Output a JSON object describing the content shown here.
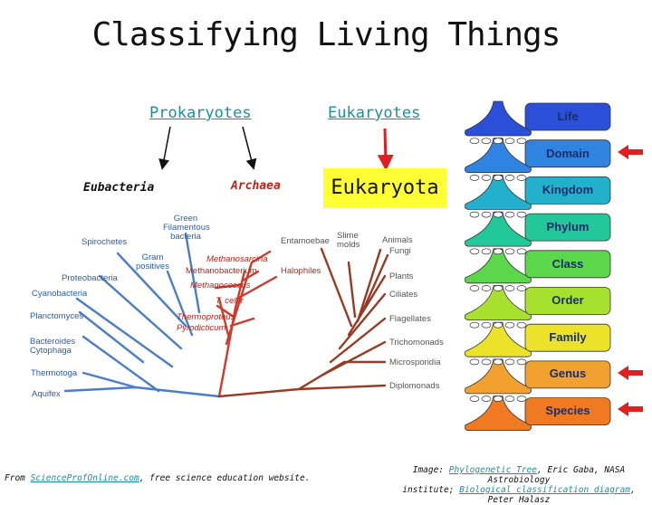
{
  "title": "Classifying Living Things",
  "headers": {
    "prokaryotes": "Prokaryotes",
    "eukaryotes": "Eukaryotes"
  },
  "subgroups": {
    "eubacteria": "Eubacteria",
    "archaea": "Archaea",
    "eukaryota": "Eukaryota"
  },
  "tree": {
    "bacteria": [
      "Green Filamentous bacteria",
      "Spirochetes",
      "Gram positives",
      "Proteobacteria",
      "Cyanobacteria",
      "Planctomyces",
      "Bacteroides Cytophaga",
      "Thermotoga",
      "Aquifex"
    ],
    "archaea": [
      "Methanosarcina",
      "Methanobacterium",
      "Halophiles",
      "Methanococcus",
      "T. celer",
      "Thermoproteus",
      "Pyrodicticum"
    ],
    "eukarya": [
      "Entamoebae",
      "Slime molds",
      "Animals",
      "Fungi",
      "Plants",
      "Ciliates",
      "Flagellates",
      "Trichomonads",
      "Microsporidia",
      "Diplomonads"
    ],
    "labels": {
      "green": "Green",
      "filamentous": "Filamentous",
      "bact": "bacteria",
      "spiro": "Spirochetes",
      "gram": "Gram",
      "pos": "positives",
      "proteo": "Proteobacteria",
      "cyano": "Cyanobacteria",
      "plancto": "Planctomyces",
      "bactero": "Bacteroides",
      "cyto": "Cytophaga",
      "thermo": "Thermotoga",
      "aquifex": "Aquifex",
      "msarc": "Methanosarcina",
      "mbact": "Methanobacterium",
      "halo": "Halophiles",
      "mcocc": "Methanococcus",
      "tceler": "T. celer",
      "tprot": "Thermoproteus",
      "pyro": "Pyrodicticum",
      "entam": "Entamoebae",
      "slime": "Slime",
      "molds": "molds",
      "animals": "Animals",
      "fungi": "Fungi",
      "plants": "Plants",
      "ciliates": "Ciliates",
      "flag": "Flagellates",
      "tricho": "Trichomonads",
      "micro": "Microsporidia",
      "diplo": "Diplomonads"
    }
  },
  "levels": [
    "Life",
    "Domain",
    "Kingdom",
    "Phylum",
    "Class",
    "Order",
    "Family",
    "Genus",
    "Species"
  ],
  "level_colors": [
    "#2b4fd8",
    "#2e84e0",
    "#22b0cc",
    "#22c79a",
    "#5cd64a",
    "#a8e030",
    "#ece22a",
    "#f2a030",
    "#f07a22"
  ],
  "arrow_color": "#e02020",
  "footer_left": {
    "prefix": "From ",
    "link": "ScienceProfOnline.com",
    "suffix": ", free science education website."
  },
  "footer_right": {
    "line1_prefix": "Image: ",
    "line1_link": "Phylogenetic Tree",
    "line1_suffix": ", Eric Gaba, NASA Astrobiology",
    "line2_prefix": "institute; ",
    "line2_link": "Biological classification diagram",
    "line2_suffix": ", Peter Halasz"
  }
}
